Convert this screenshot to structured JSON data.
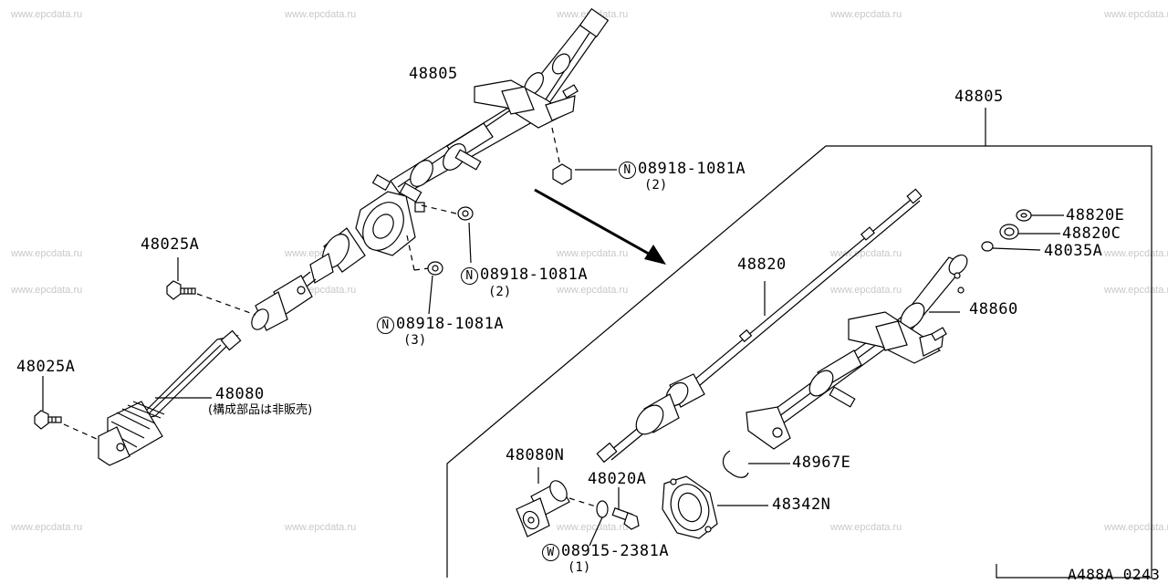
{
  "watermark": "www.epcdata.ru",
  "diagram_code": "A488A 0243",
  "labels": {
    "col_top": "48805",
    "col_right": "48805",
    "nut_a_num": "08918-1081A",
    "nut_a_qty": "(2)",
    "nut_b_num": "08918-1081A",
    "nut_b_qty": "(2)",
    "nut_c_num": "08918-1081A",
    "nut_c_qty": "(3)",
    "nut_prefix": "N",
    "bolt_upper": "48025A",
    "bolt_lower": "48025A",
    "gear": "48080",
    "gear_note": "(構成部品は非販売)",
    "shaft": "48820",
    "ring_e": "48820E",
    "ring_c": "48820C",
    "bushing": "48035A",
    "jacket": "48860",
    "clip": "48967E",
    "joint": "48080N",
    "bolt_small": "48020A",
    "housing": "48342N",
    "washer_prefix": "W",
    "washer_num": "08915-2381A",
    "washer_qty": "(1)"
  }
}
